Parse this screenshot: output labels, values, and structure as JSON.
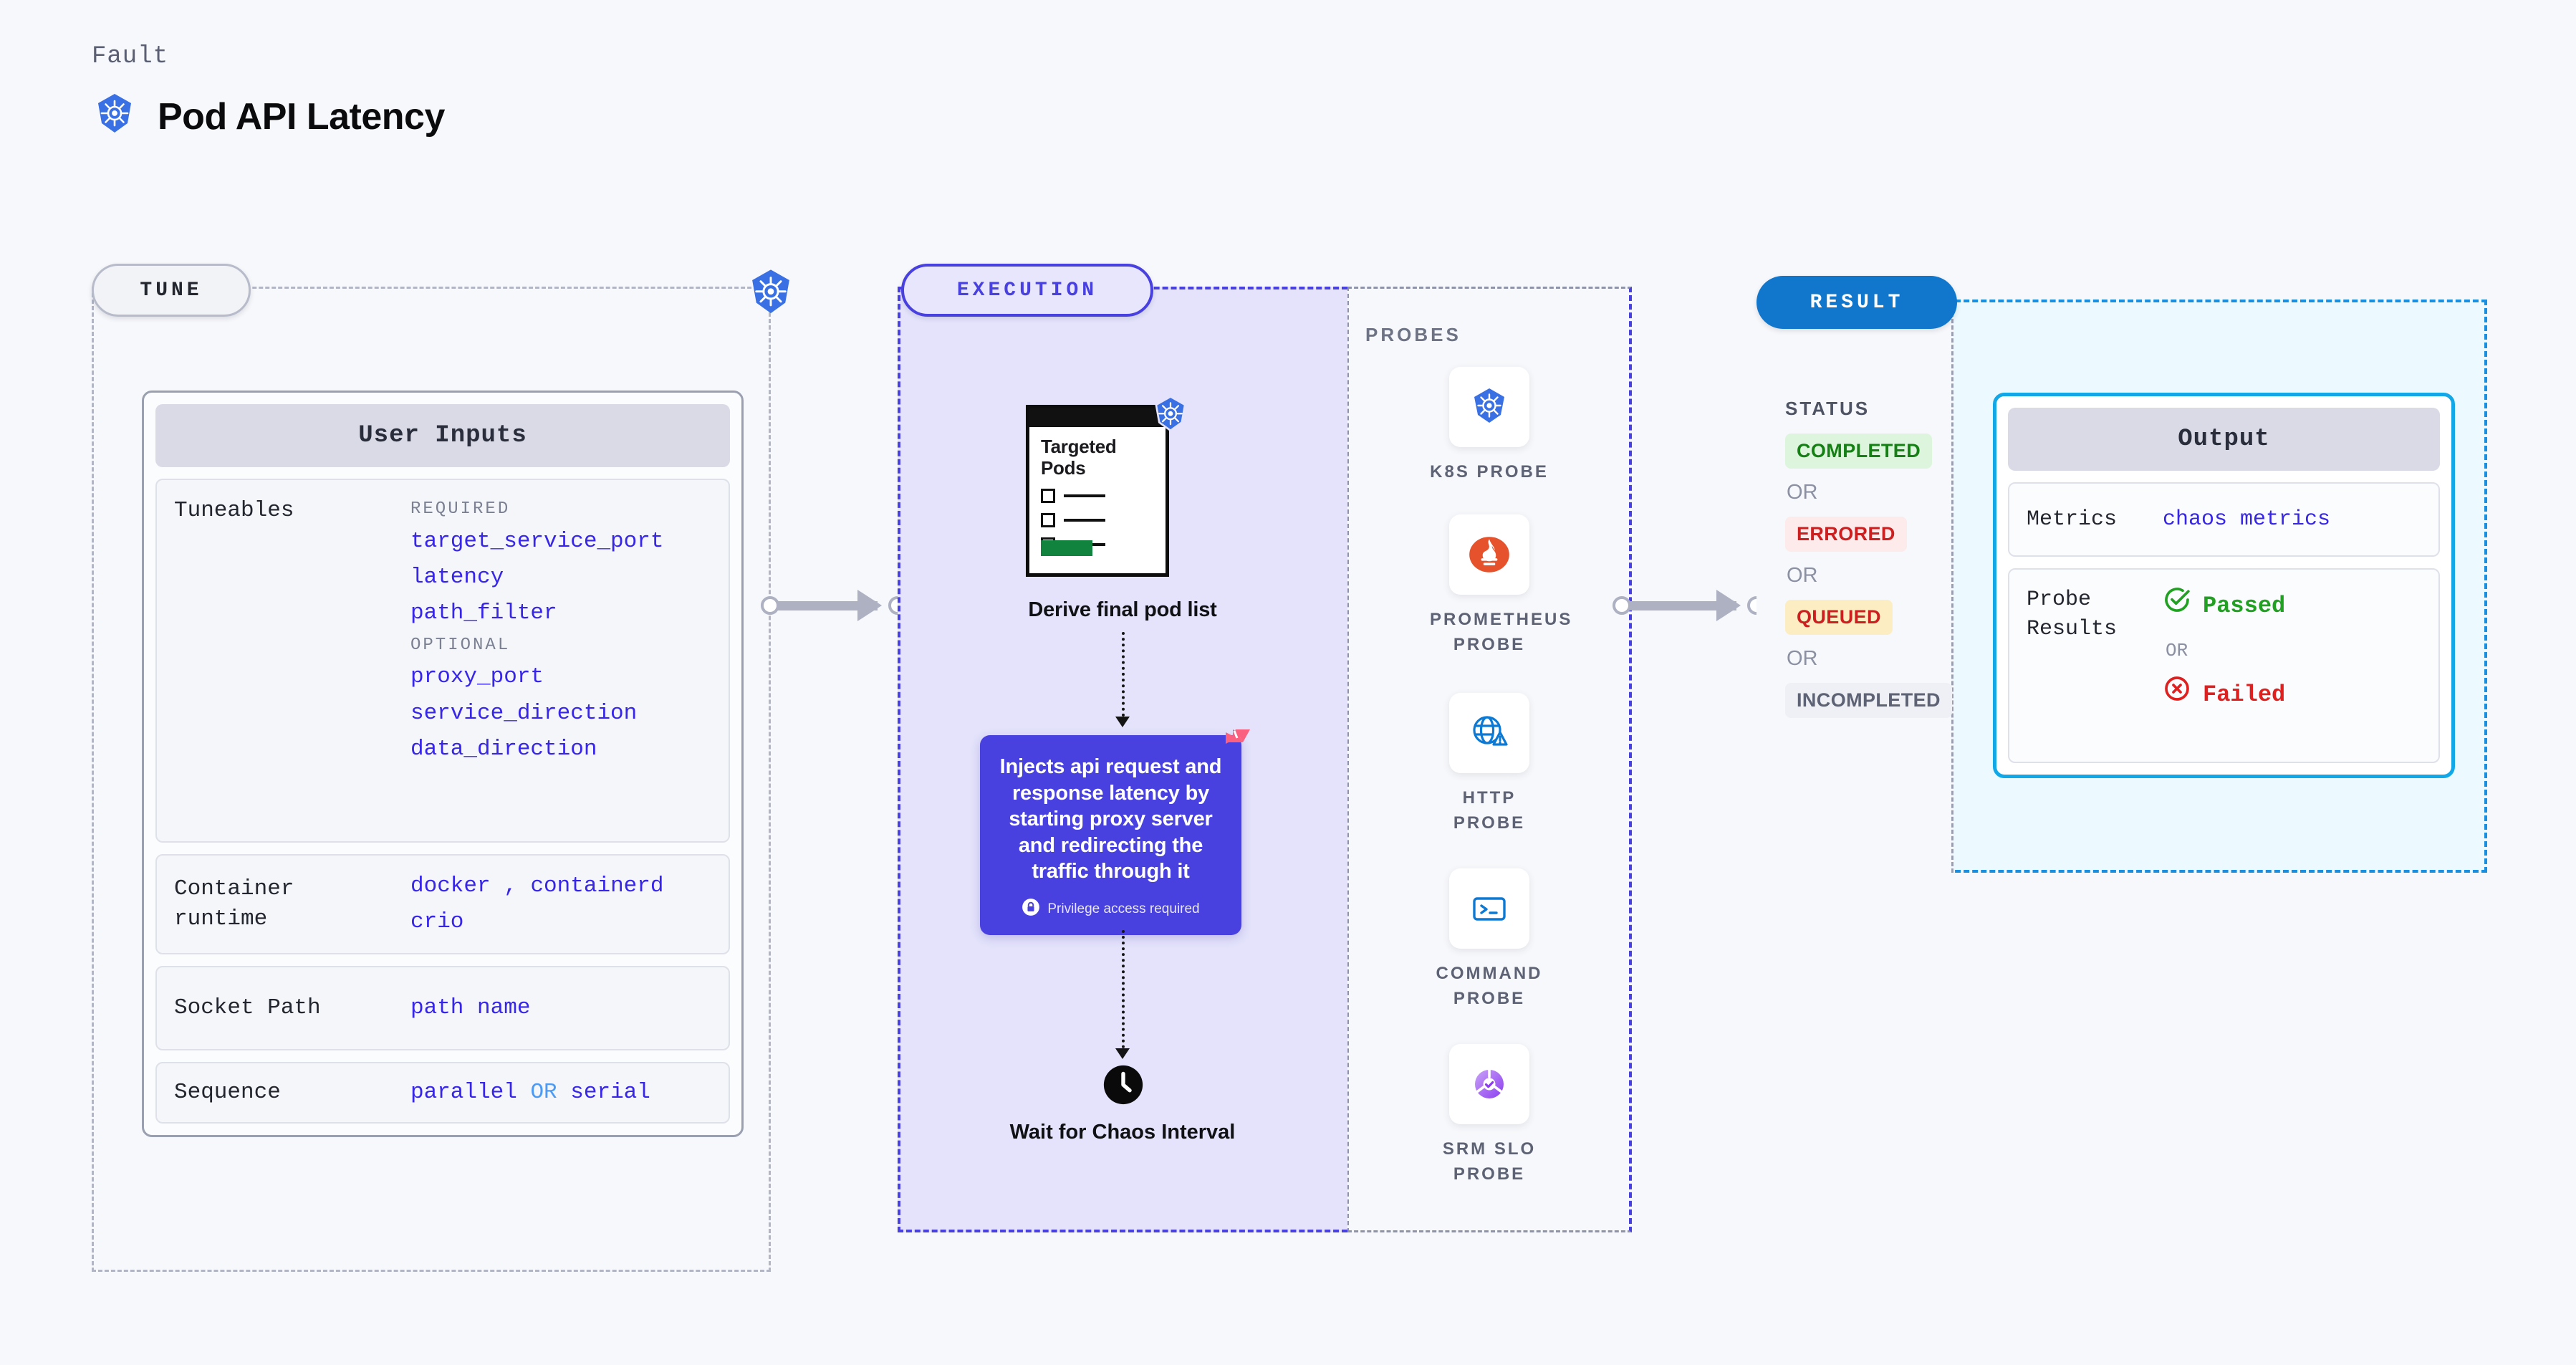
{
  "header": {
    "kicker": "Fault",
    "title": "Pod API Latency",
    "icon": "kubernetes-icon"
  },
  "tune": {
    "pill": "TUNE",
    "border_icon": "kubernetes-icon",
    "card_title": "User Inputs",
    "tuneables": {
      "key": "Tuneables",
      "required_label": "REQUIRED",
      "required": [
        "target_service_port",
        "latency",
        "path_filter"
      ],
      "optional_label": "OPTIONAL",
      "optional": [
        "proxy_port",
        "service_direction",
        "data_direction"
      ]
    },
    "rows": [
      {
        "key": "Container runtime",
        "values": [
          "docker",
          ",",
          "containerd",
          "crio"
        ]
      },
      {
        "key": "Socket Path",
        "values": [
          "path name"
        ]
      },
      {
        "key": "Sequence",
        "values": [
          "parallel",
          "OR",
          "serial"
        ]
      }
    ],
    "container_runtime_key": "Container\nruntime",
    "socket_key": "Socket Path",
    "sequence_key": "Sequence",
    "docker": "docker",
    "comma": ",",
    "containerd": "containerd",
    "crio": "crio",
    "path_name": "path name",
    "parallel": "parallel",
    "or": "OR",
    "serial": "serial"
  },
  "execution": {
    "pill": "EXECUTION",
    "pods_doc": {
      "title": "Targeted Pods",
      "icon": "kubernetes-icon"
    },
    "pods_caption": "Derive final pod list",
    "inject": {
      "text": "Injects api request and response latency by starting proxy server and redirecting the traffic through it",
      "privilege": "Privilege access required",
      "badge_icon": "harness-logo-icon",
      "lock_icon": "lock-icon"
    },
    "wait": {
      "icon": "clock-icon",
      "caption": "Wait for Chaos Interval"
    }
  },
  "probes": {
    "title": "PROBES",
    "items": [
      {
        "label": "K8S PROBE",
        "icon": "kubernetes-icon"
      },
      {
        "label": "PROMETHEUS PROBE",
        "icon": "prometheus-icon"
      },
      {
        "label": "HTTP PROBE",
        "icon": "globe-warning-icon"
      },
      {
        "label": "COMMAND PROBE",
        "icon": "terminal-icon"
      },
      {
        "label": "SRM SLO PROBE",
        "icon": "slo-donut-icon"
      }
    ]
  },
  "result": {
    "pill": "RESULT",
    "status_title": "STATUS",
    "statuses": [
      {
        "label": "COMPLETED",
        "bg": "#ddf5dd",
        "fg": "#158014"
      },
      {
        "label": "ERRORED",
        "bg": "#fdeaea",
        "fg": "#cc2020"
      },
      {
        "label": "QUEUED",
        "bg": "#fdedc2",
        "fg": "#cc2020"
      },
      {
        "label": "INCOMPLETED",
        "bg": "#eef0f5",
        "fg": "#5d6274"
      }
    ],
    "or": "OR",
    "output": {
      "title": "Output",
      "metrics_key": "Metrics",
      "metrics_value": "chaos metrics",
      "probe_results_key": "Probe Results",
      "passed": "Passed",
      "failed": "Failed",
      "or": "OR",
      "passed_icon": "check-circle-icon",
      "failed_icon": "x-circle-icon"
    }
  },
  "colors": {
    "accent_purple": "#4940e0",
    "accent_blue": "#1077cc",
    "token_blue": "#3726e8",
    "cyan": "#12a8e8",
    "k8s_blue": "#3970e4",
    "harness_pink": "#f9617f"
  }
}
